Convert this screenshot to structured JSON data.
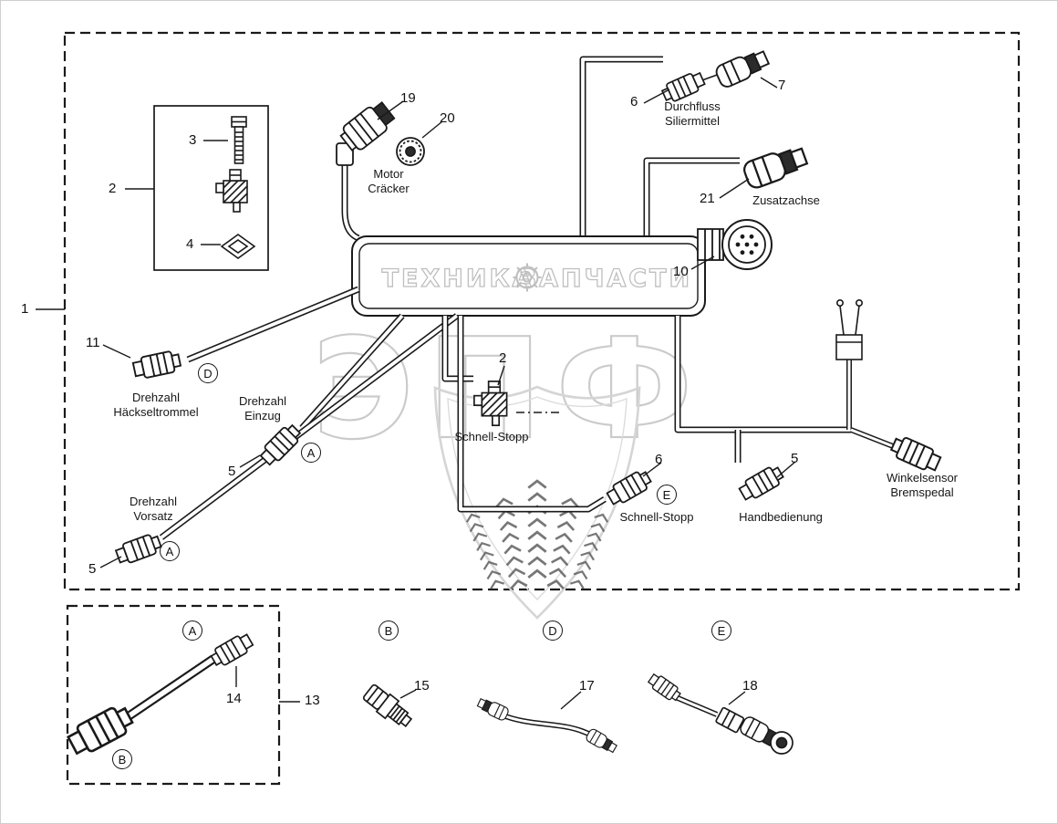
{
  "watermark": {
    "left_word": "ТЕХНИКА",
    "right_word": "ЗАПЧАСТИ",
    "big_text": "ЭПФ"
  },
  "codes": {
    "a": "A",
    "b": "B",
    "d": "D",
    "e": "E"
  },
  "refs": {
    "harness_assembly": "1",
    "solenoid_valve": "2",
    "bolt": "3",
    "seal": "4",
    "speed_sensor_plug": "5",
    "plug_6": "6",
    "socket_7": "7",
    "round_connector_10": "10",
    "sensor_plug_11": "11",
    "adapter_cable_13": "13",
    "plug_14": "14",
    "connector_15": "15",
    "jumper_cable_17": "17",
    "adapter_18": "18",
    "elbow_connector_19": "19",
    "cap_20": "20",
    "connector_21": "21"
  },
  "captions": {
    "motor_cracker": "Motor\nCräcker",
    "durchfluss": "Durchfluss\nSiliermittel",
    "zusatzachse": "Zusatzachse",
    "drehzahl_haeckseltrommel": "Drehzahl\nHäckseltrommel",
    "drehzahl_einzug": "Drehzahl\nEinzug",
    "drehzahl_vorsatz": "Drehzahl\nVorsatz",
    "schnell_stopp_mid": "Schnell-Stopp",
    "schnell_stopp_bottom": "Schnell-Stopp",
    "handbedienung": "Handbedienung",
    "winkelsensor": "Winkelsensor\nBremspedal"
  }
}
